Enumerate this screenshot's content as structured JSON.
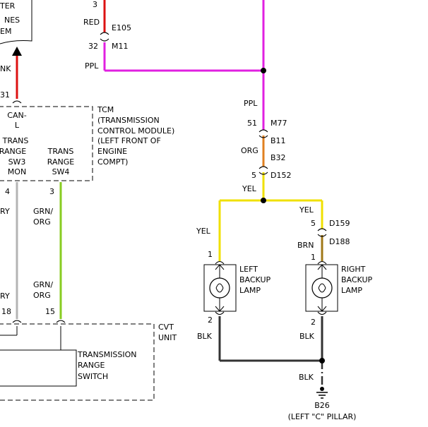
{
  "colors": {
    "red": "#dd1111",
    "ppl": "#e020e0",
    "orange": "#e08020",
    "yellow": "#f0e000",
    "brown": "#a07818",
    "gray": "#b4b4b4",
    "green": "#88cc22",
    "black": "#333333"
  },
  "top_left_module": {
    "lines": [
      "TER",
      "NES",
      "EM"
    ]
  },
  "wire_labels": {
    "red": "RED",
    "ppl_left": "PPL",
    "ppl_right": "PPL",
    "org": "ORG",
    "yel_right_top": "YEL",
    "yel_left": "YEL",
    "yel_right": "YEL",
    "brn": "BRN",
    "gry_top": "RY",
    "gry_bottom": "RY",
    "grn_org_top": [
      "GRN/",
      "ORG"
    ],
    "grn_org_bottom": [
      "GRN/",
      "ORG"
    ],
    "blk_left": "BLK",
    "blk_right": "BLK",
    "blk_bottom": "BLK",
    "nk": "NK"
  },
  "connectors": {
    "e105": "E105",
    "m11": "M11",
    "m77": "M77",
    "b11": "B11",
    "b32": "B32",
    "d152": "D152",
    "d159": "D159",
    "d188": "D188"
  },
  "pins": {
    "red_top": "3",
    "m11": "32",
    "tcm_can": "31",
    "m77": "51",
    "d152": "5",
    "d159": "5",
    "tcm_sw3": "4",
    "tcm_sw4": "3",
    "left_lamp_top": "1",
    "right_lamp_top": "1",
    "left_lamp_bottom": "2",
    "right_lamp_bottom": "2",
    "cvt_18": "18",
    "cvt_15": "15"
  },
  "tcm": {
    "title_lines": [
      "TCM",
      "(TRANSMISSION",
      "CONTROL MODULE)",
      "(LEFT FRONT OF",
      "ENGINE",
      "COMPT)"
    ],
    "can_label": [
      "CAN-",
      "L"
    ],
    "sw3_label": [
      "TRANS",
      "RANGE",
      "SW3",
      "MON"
    ],
    "sw4_label": [
      "TRANS",
      "RANGE",
      "SW4"
    ]
  },
  "lamps": {
    "left": [
      "LEFT",
      "BACKUP",
      "LAMP"
    ],
    "right": [
      "RIGHT",
      "BACKUP",
      "LAMP"
    ]
  },
  "cvt": {
    "title_lines": [
      "CVT",
      "UNIT"
    ],
    "switch_lines": [
      "TRANSMISSION",
      "RANGE",
      "SWITCH"
    ]
  },
  "ground": {
    "id": "B26",
    "location": "(LEFT \"C\" PILLAR)"
  }
}
